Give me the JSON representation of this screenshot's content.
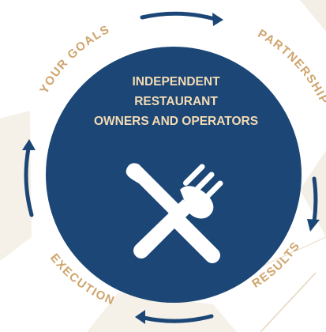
{
  "center": {
    "line1": "INDEPENDENT",
    "line2": "RESTAURANT",
    "line3": "OWNERS AND OPERATORS",
    "icon": "knife-and-fork-icon"
  },
  "cycle_steps": [
    {
      "label": "YOUR GOALS"
    },
    {
      "label": "PARTNERSHIP"
    },
    {
      "label": "RESULTS"
    },
    {
      "label": "EXECUTION"
    }
  ],
  "colors": {
    "background": "#ffffff",
    "watermark": "#f4efe6",
    "watermark_line": "#eadfcc",
    "navy": "#1b4676",
    "gold_text": "#cfa46c",
    "center_text": "#f3dbb4",
    "icon": "#ffffff"
  }
}
